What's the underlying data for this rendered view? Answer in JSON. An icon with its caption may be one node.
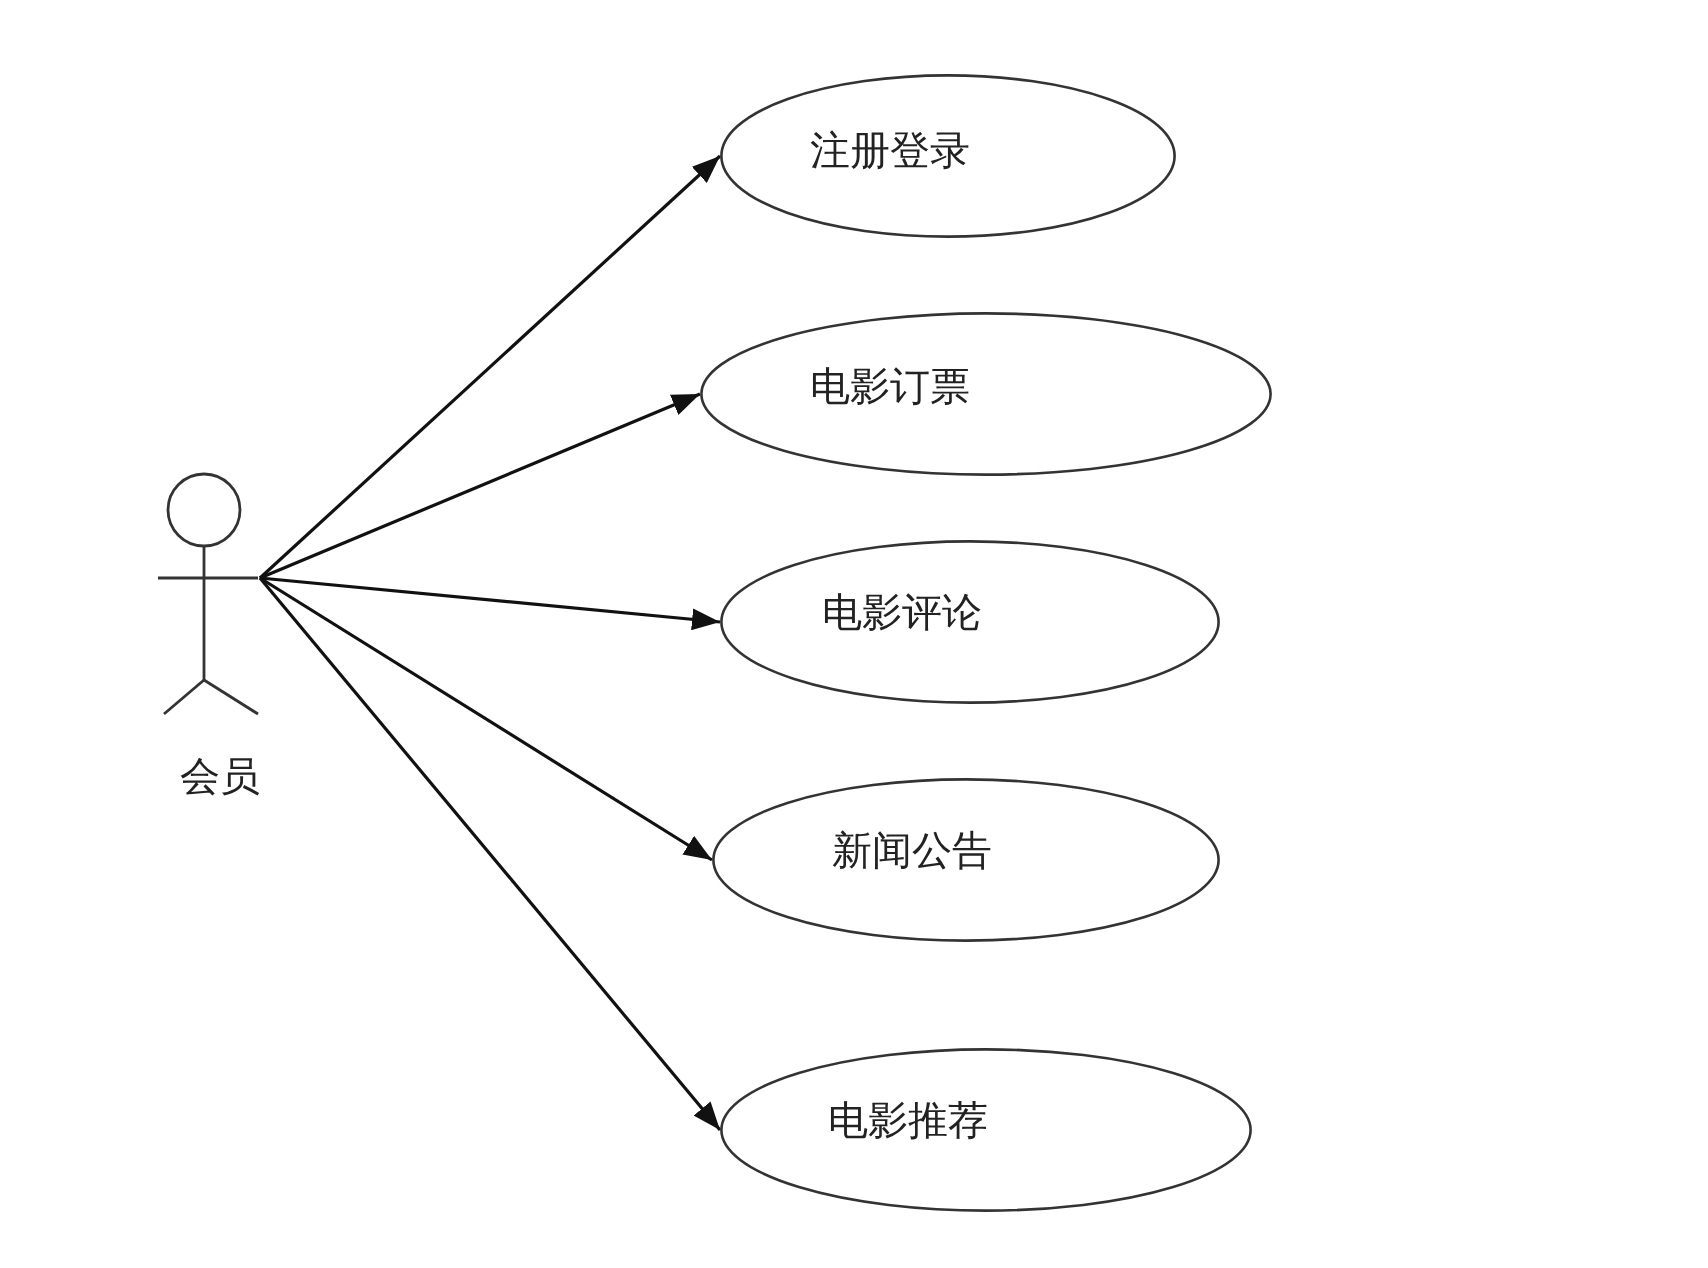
{
  "diagram": {
    "nodes": [
      {
        "text": [],
        "shape": "person",
        "beside": [
          "会员"
        ]
      },
      {
        "text": [
          "注册登录"
        ]
      },
      {
        "text": [
          "电影订票"
        ]
      },
      {
        "text": [
          "电影评论"
        ]
      },
      {
        "text": [
          "新闻公告"
        ]
      },
      {
        "text": [
          "电影推荐"
        ]
      }
    ],
    "edges": [
      {
        "from": 0,
        "to": 1,
        "arrow": "to"
      },
      {
        "from": 0,
        "to": 2,
        "arrow": "to"
      },
      {
        "from": 0,
        "to": 3,
        "arrow": "to"
      },
      {
        "from": 0,
        "to": 4,
        "arrow": "to"
      },
      {
        "from": 0,
        "to": 5,
        "arrow": "to"
      }
    ]
  }
}
